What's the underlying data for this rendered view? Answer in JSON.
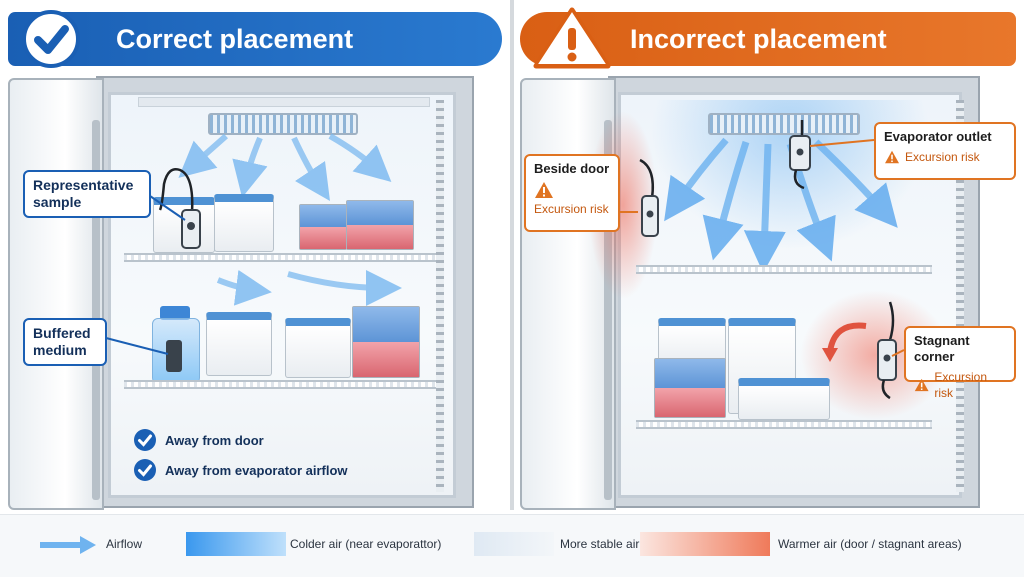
{
  "left_panel": {
    "title": "Correct placement",
    "callouts": {
      "representative_sample": "Representative sample",
      "buffered_medium": "Buffered medium"
    },
    "checklist": [
      "Away from door",
      "Away from evaporator airflow"
    ]
  },
  "right_panel": {
    "title": "Incorrect placement",
    "callouts": {
      "beside_door": "Beside door",
      "evaporator_outlet": "Evaporator outlet",
      "stagnant_corner": "Stagnant corner"
    },
    "risk_label": "Excursion risk"
  },
  "legend": {
    "airflow": "Airflow",
    "colder_air": "Colder air (near evaporattor)",
    "stable_air": "More stable air",
    "warmer_air": "Warmer air (door / stagnant areas)"
  },
  "colors": {
    "correct_blue": "#1a5fb4",
    "incorrect_orange": "#e07422",
    "cold": "#4aa3ef",
    "warm": "#ef7a5a"
  },
  "icons": [
    "check-icon",
    "warning-icon",
    "airflow-arrow-icon",
    "sensor-probe-icon"
  ]
}
